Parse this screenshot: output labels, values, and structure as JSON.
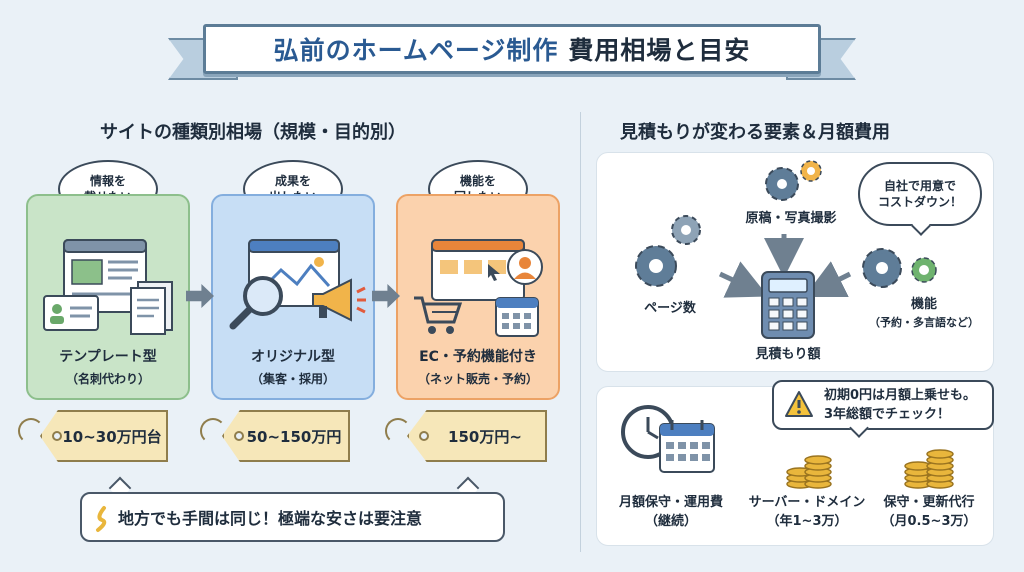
{
  "title": {
    "main": "弘前のホームページ制作",
    "sub": "費用相場と目安"
  },
  "left": {
    "heading": "サイトの種類別相場（規模・目的別）",
    "cards": [
      {
        "bubble_line1": "情報を",
        "bubble_line2": "載せたい",
        "name": "テンプレート型",
        "sub": "（名刺代わり）",
        "price": "10~30万円台"
      },
      {
        "bubble_line1": "成果を",
        "bubble_line2": "出したい",
        "name": "オリジナル型",
        "sub": "（集客・採用）",
        "price": "50~150万円"
      },
      {
        "bubble_line1": "機能を",
        "bubble_line2": "回したい",
        "name": "EC・予約機能付き",
        "sub": "（ネット販売・予約）",
        "price": "150万円~"
      }
    ],
    "note": "地方でも手間は同じ！極端な安さは要注意"
  },
  "right": {
    "heading": "見積もりが変わる要素＆月額費用",
    "factors": {
      "pages": "ページ数",
      "manuscript": "原稿・写真撮影",
      "features": "機能",
      "features_sub": "（予約・多言語など）",
      "estimate": "見積もり額",
      "self_bubble_line1": "自社で用意で",
      "self_bubble_line2": "コストダウン！"
    },
    "monthly": {
      "warning_line1": "初期0円は月額上乗せも。",
      "warning_line2": "3年総額でチェック！",
      "items": [
        {
          "name": "月額保守・運用費",
          "sub": "（継続）"
        },
        {
          "name": "サーバー・ドメイン",
          "sub": "（年1~3万）"
        },
        {
          "name": "保守・更新代行",
          "sub": "（月0.5~3万）"
        }
      ]
    }
  },
  "colors": {
    "title_accent": "#2a5a92",
    "green_card": "#c9e4c8",
    "blue_card": "#c7def5",
    "orange_card": "#fbd2ad",
    "price_tag": "#f6e7b9",
    "coin": "#e9b63c",
    "warning": "#f4c23b"
  },
  "icons": [
    "template-page-icon",
    "business-card-icon",
    "documents-icon",
    "magnifier-icon",
    "megaphone-icon",
    "browser-chart-icon",
    "shopping-cart-icon",
    "calendar-icon",
    "user-icon",
    "cursor-icon",
    "gear-icon",
    "calculator-icon",
    "clock-icon",
    "coin-stack-icon",
    "warning-icon",
    "pencil-icon"
  ]
}
